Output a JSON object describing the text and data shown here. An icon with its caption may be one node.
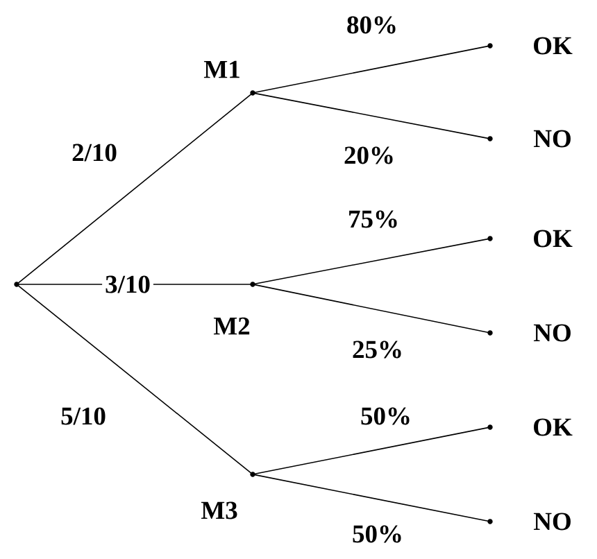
{
  "diagram": {
    "nodes": [
      {
        "text": [],
        "shape": "circle"
      },
      {
        "text": [
          "M1"
        ]
      },
      {
        "text": [
          "M2"
        ]
      },
      {
        "text": [
          "M3"
        ]
      },
      {
        "text": [
          "OK"
        ]
      },
      {
        "text": [
          "NO"
        ]
      },
      {
        "text": [
          "OK"
        ]
      },
      {
        "text": [
          "NO"
        ]
      },
      {
        "text": [
          "OK"
        ]
      },
      {
        "text": [
          "NO"
        ]
      }
    ],
    "edges": [
      {
        "from": 0,
        "to": 1,
        "arrow": "none",
        "label": "2/10"
      },
      {
        "from": 0,
        "to": 2,
        "arrow": "none",
        "label": "3/10"
      },
      {
        "from": 0,
        "to": 3,
        "arrow": "none",
        "label": "5/10"
      },
      {
        "from": 1,
        "to": 4,
        "arrow": "none",
        "label": "80%"
      },
      {
        "from": 1,
        "to": 5,
        "arrow": "none",
        "label": "20%"
      },
      {
        "from": 2,
        "to": 6,
        "arrow": "none",
        "label": "75%"
      },
      {
        "from": 2,
        "to": 7,
        "arrow": "none",
        "label": "25%"
      },
      {
        "from": 3,
        "to": 8,
        "arrow": "none",
        "label": "50%"
      },
      {
        "from": 3,
        "to": 9,
        "arrow": "none",
        "label": "50%"
      }
    ]
  }
}
